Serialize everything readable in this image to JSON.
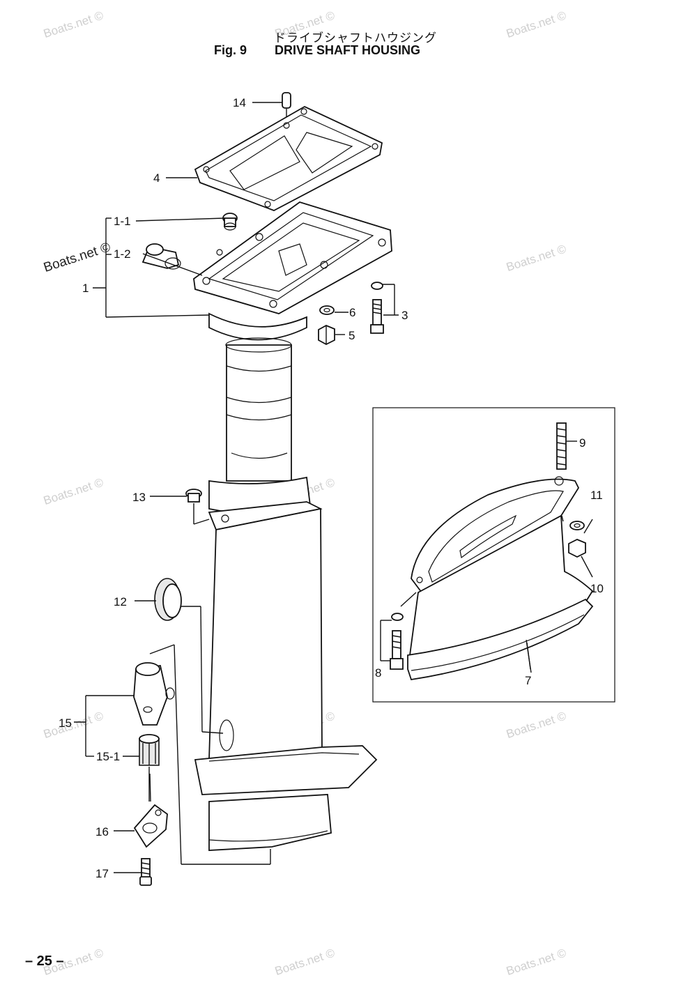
{
  "header": {
    "title_jp": "ドライブシャフトハウジング",
    "fig_number": "Fig. 9",
    "fig_title": "DRIVE SHAFT HOUSING"
  },
  "footer": {
    "page_number": "– 25 –"
  },
  "watermark": {
    "text": "Boats.net ©"
  },
  "callouts": {
    "p1": "1",
    "p1_1": "1-1",
    "p1_2": "1-2",
    "p3": "3",
    "p4": "4",
    "p5": "5",
    "p6": "6",
    "p7": "7",
    "p8": "8",
    "p9": "9",
    "p10": "10",
    "p11": "11",
    "p12": "12",
    "p13": "13",
    "p14": "14",
    "p15": "15",
    "p15_1": "15-1",
    "p16": "16",
    "p17": "17"
  }
}
